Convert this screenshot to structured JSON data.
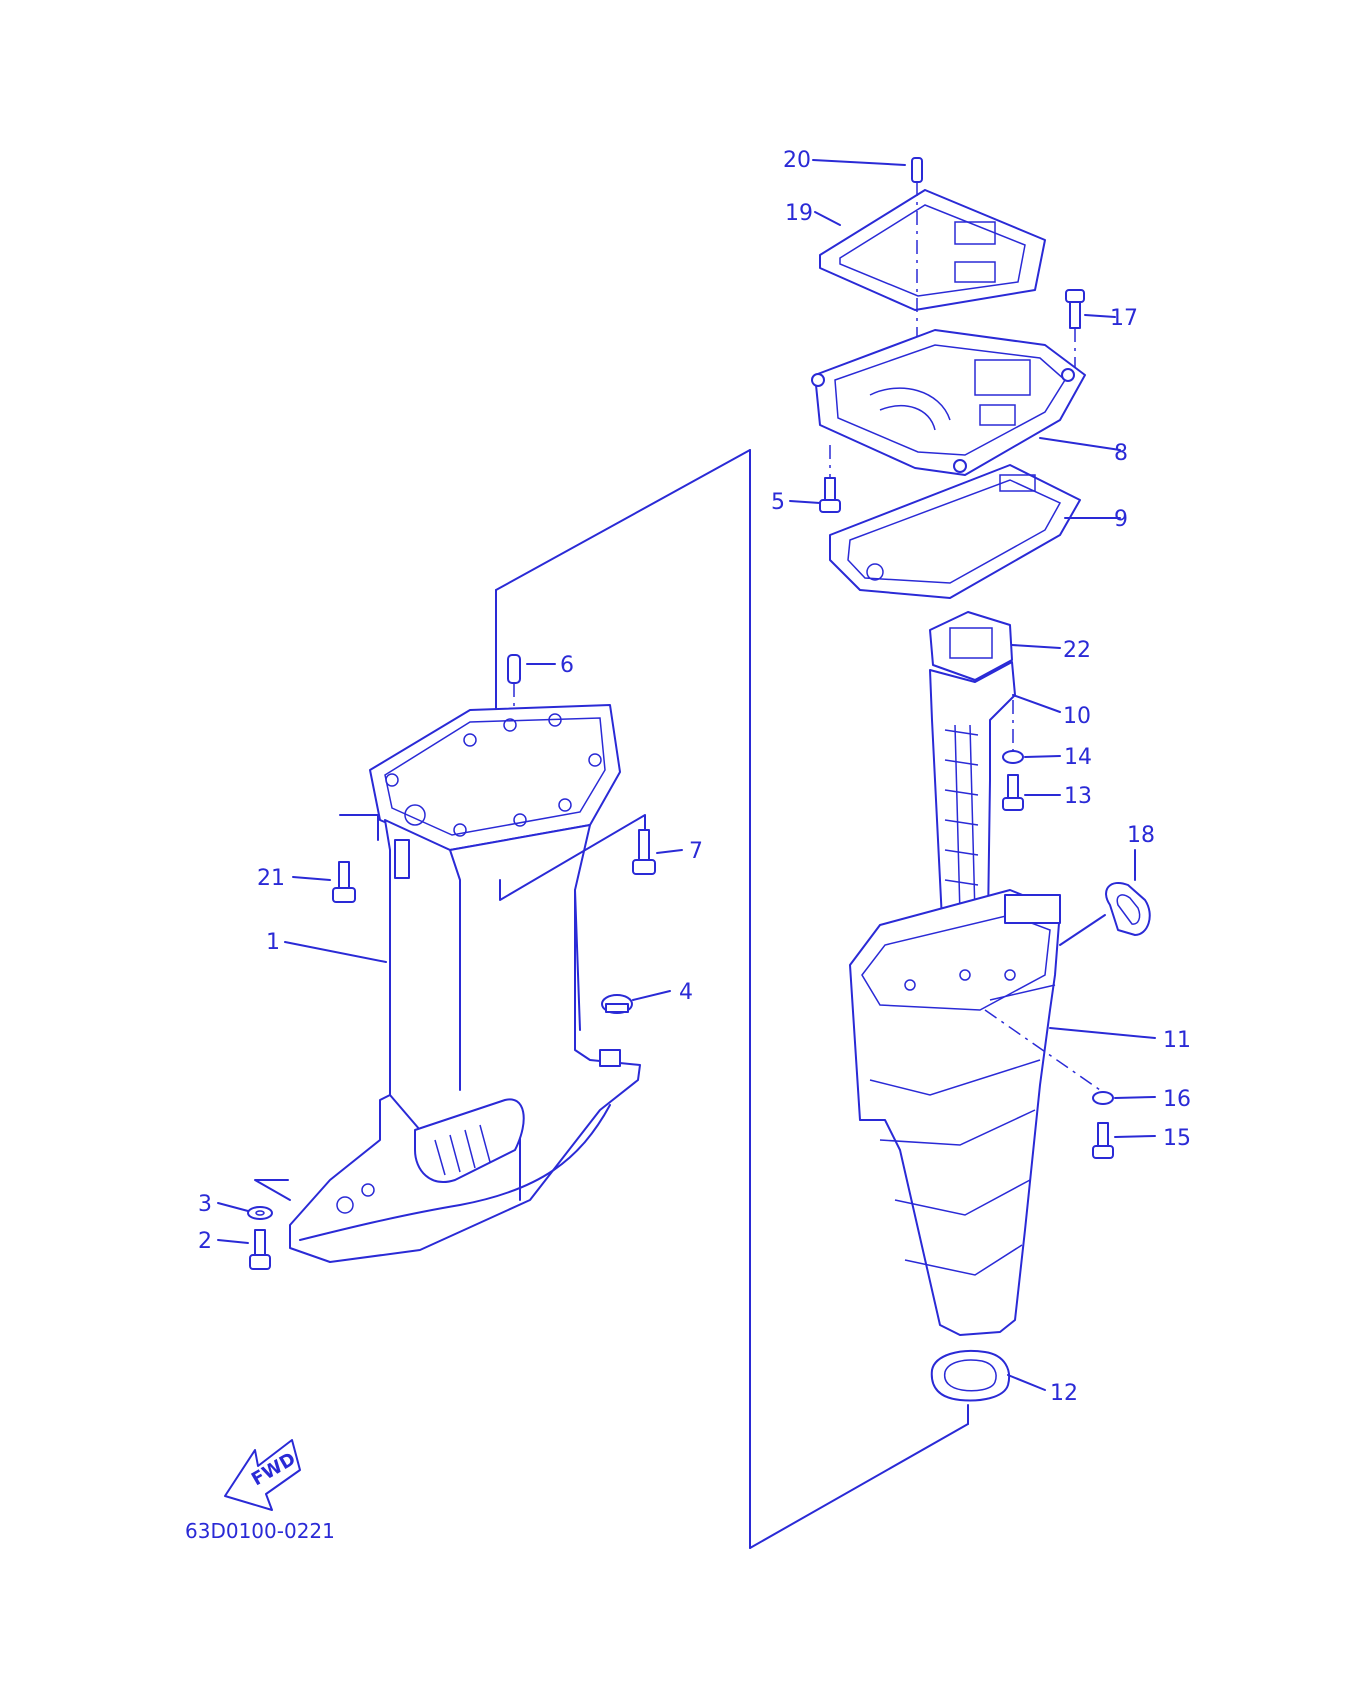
{
  "diagram": {
    "code": "63D0100-0221",
    "fwd_label": "FWD",
    "accent_color": "#2a2ad6",
    "callouts": [
      "1",
      "2",
      "3",
      "4",
      "5",
      "6",
      "7",
      "8",
      "9",
      "10",
      "11",
      "12",
      "13",
      "14",
      "15",
      "16",
      "17",
      "18",
      "19",
      "20",
      "21",
      "22"
    ]
  }
}
